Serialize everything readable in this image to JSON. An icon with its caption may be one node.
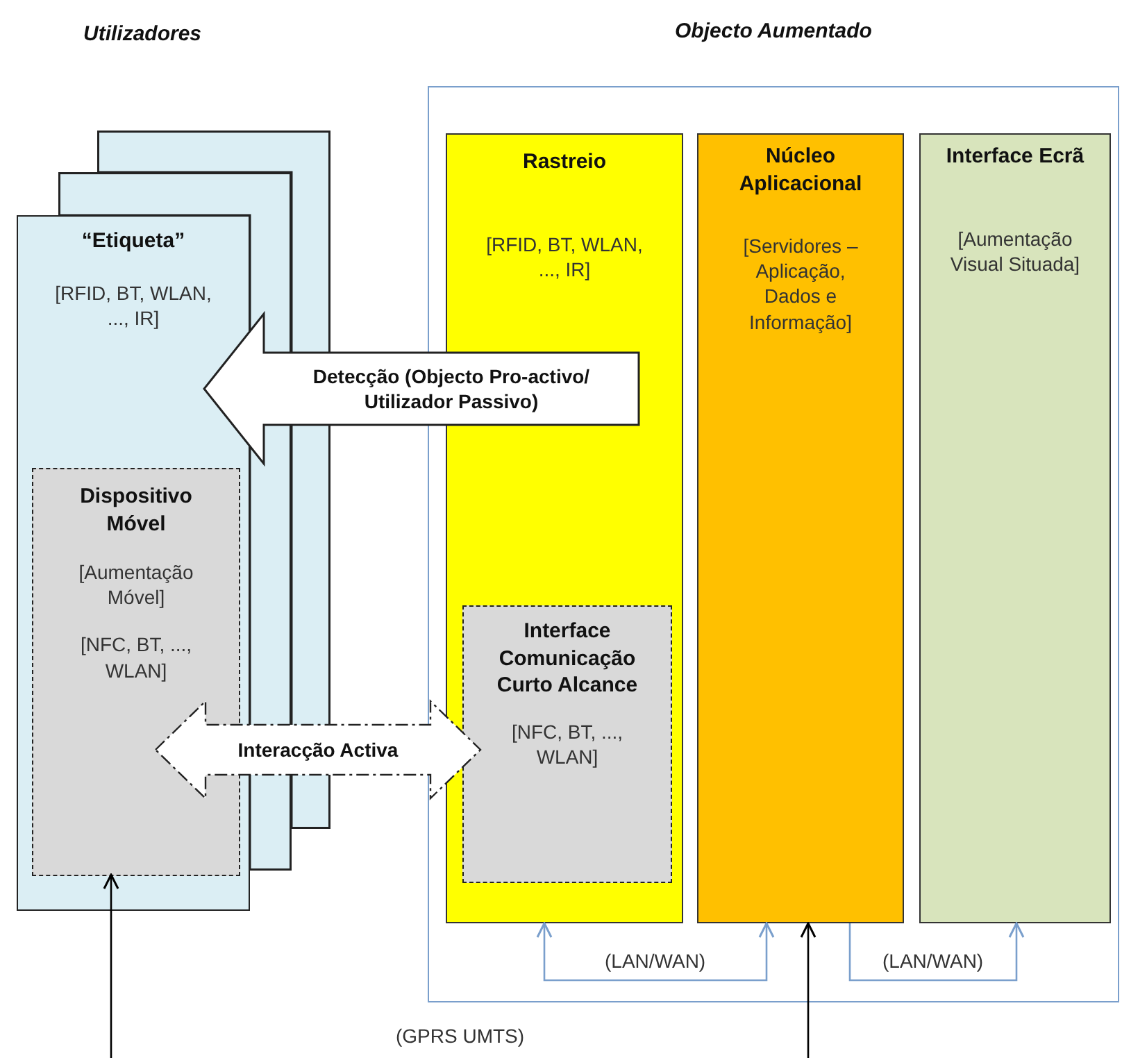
{
  "diagram": {
    "nodes": [
      {
        "text": [],
        "shape": "box"
      },
      {
        "text": [],
        "shape": "box"
      },
      {
        "text": [
          "“Etiqueta”",
          "[RFID, BT, WLAN, ..., IR]"
        ]
      },
      {
        "text": [
          "Dispositivo Móvel",
          "[Aumentação Móvel]",
          "[NFC, BT, ..., WLAN]"
        ],
        "in": 2
      },
      {
        "text": [
          "Objecto Aumentado"
        ]
      },
      {
        "text": [
          "Rastreio",
          "[RFID, BT, WLAN, ..., IR]"
        ],
        "in": 4
      },
      {
        "text": [
          "Interface Comunicação Curto Alcance",
          "[NFC, BT, ..., WLAN]"
        ],
        "in": 5
      },
      {
        "text": [
          "Núcleo Aplicacional",
          "[Servidores – Aplicação, Dados e Informação]"
        ],
        "in": 4
      },
      {
        "text": [
          "Interface Ecrã",
          "[Aumentação Visual Situada]"
        ],
        "in": 4
      }
    ],
    "edges": [
      {
        "from": 5,
        "to": 2,
        "arrow": "to",
        "label": "Detecção (Objecto Pro-activo/ Utilizador Passivo)",
        "style": "thick"
      },
      {
        "from": 3,
        "to": 6,
        "arrow": "both",
        "label": "Interacção Activa",
        "style": "dashed"
      },
      {
        "from": 5,
        "to": 7,
        "arrow": "both",
        "label": "(LAN/WAN)",
        "color": "#7a9fcc"
      },
      {
        "from": 7,
        "to": 8,
        "arrow": "to",
        "label": "(LAN/WAN)",
        "color": "#7a9fcc"
      },
      {
        "from": null,
        "to": 3,
        "arrow": "to",
        "color": "#000000"
      },
      {
        "from": null,
        "to": 7,
        "arrow": "to",
        "color": "#000000"
      }
    ],
    "labels": [
      "Utilizadores",
      "(GPRS UMTS)"
    ]
  }
}
